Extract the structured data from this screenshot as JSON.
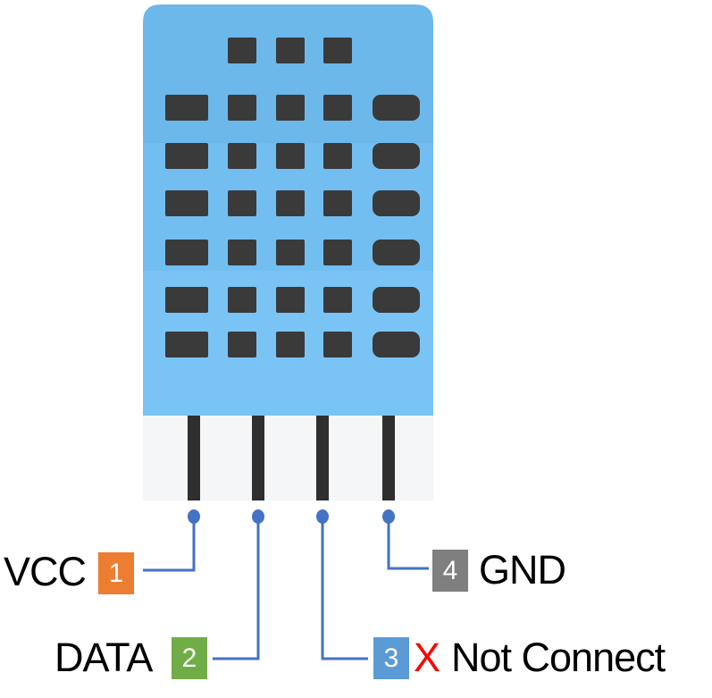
{
  "pins": [
    {
      "number": "1",
      "name": "VCC",
      "color": "#ed7d31"
    },
    {
      "number": "2",
      "name": "DATA",
      "color": "#70ad47"
    },
    {
      "number": "3",
      "name": "Not Connect",
      "marker": "X",
      "marker_color": "#ff0000",
      "color": "#5b9bd5"
    },
    {
      "number": "4",
      "name": "GND",
      "color": "#7f7f7f"
    }
  ],
  "colors": {
    "sensor_body": "#6cb8ea",
    "sensor_body_lower": "#7ac4f5",
    "grille": "#3a3a3a",
    "leader_line": "#4472c4"
  }
}
